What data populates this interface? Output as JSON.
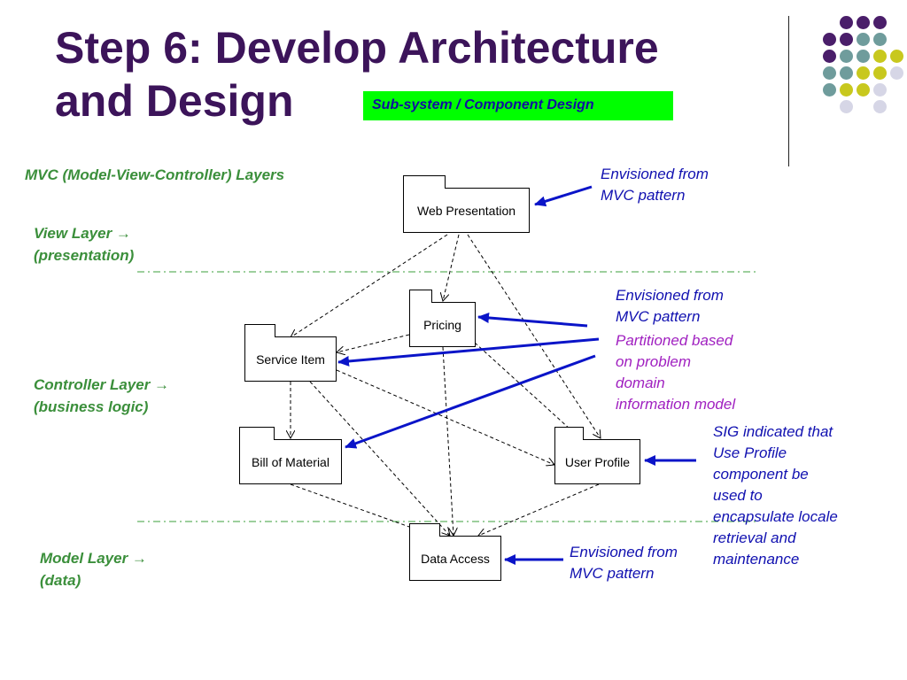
{
  "slide": {
    "title_line1": "Step 6: Develop Architecture",
    "title_line2": "and Design",
    "tag": "Sub-system / Component Design"
  },
  "layers": {
    "heading": "MVC (Model-View-Controller) Layers",
    "view_line1": "View Layer →",
    "view_line2": "(presentation)",
    "controller_line1": "Controller Layer →",
    "controller_line2": "(business logic)",
    "model_line1": "Model Layer →",
    "model_line2": "(data)"
  },
  "components": {
    "web_presentation": "Web Presentation",
    "pricing": "Pricing",
    "service_item": "Service Item",
    "bill_of_material": "Bill of Material",
    "user_profile": "User Profile",
    "data_access": "Data Access"
  },
  "notes": {
    "top_line1": "Envisioned from",
    "top_line2": "MVC pattern",
    "mid_line1": "Envisioned from",
    "mid_line2": "MVC pattern",
    "partition_line1": "Partitioned based",
    "partition_line2": "on problem",
    "partition_line3": "domain",
    "partition_line4": "information model",
    "sig_line1": "SIG indicated that",
    "sig_line2": "Use Profile",
    "sig_line3": "component be",
    "sig_line4": "used to",
    "sig_line5": "encapsulate locale",
    "sig_line6": "retrieval and",
    "sig_line7": "maintenance",
    "bottom_line1": "Envisioned from",
    "bottom_line2": "MVC pattern"
  },
  "colors": {
    "title": "#3c145a",
    "tag_background": "#00ff00",
    "layer_label": "#3b8f3b",
    "note_blue": "#1010b0",
    "note_purple": "#a020c0",
    "arrow_blue": "#0a14c8",
    "dot_purple": "#4a1e6a",
    "dot_teal": "#6f9c9c",
    "dot_olive": "#c8c81e",
    "dot_lavender": "#d6d6e6"
  }
}
